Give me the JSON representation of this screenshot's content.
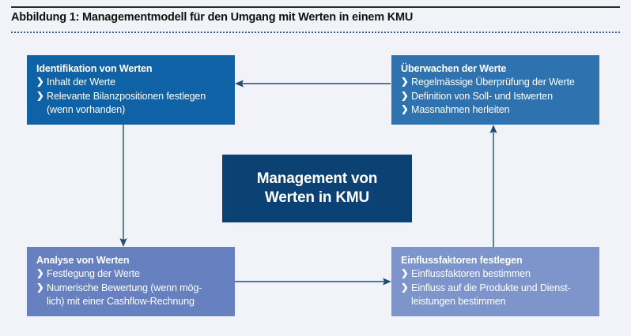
{
  "figure": {
    "title": "Abbildung 1: Managementmodell für den Umgang mit Werten in einem KMU"
  },
  "colors": {
    "page_background": "#f1f3f8",
    "box_identifikation": "#0f62a6",
    "box_ueberwachen": "#2f72b0",
    "box_analyse": "#6680c0",
    "box_einfluss": "#7d95cb",
    "box_center": "#0b4173",
    "connector": "#1f4e79",
    "title_text": "#111111"
  },
  "bullet_glyph": "❯",
  "boxes": {
    "identifikation": {
      "title": "Identifikation von Werten",
      "items": [
        {
          "line1": "Inhalt der Werte",
          "line2": ""
        },
        {
          "line1": "Relevante Bilanzpositionen festlegen",
          "line2": "(wenn vorhanden)"
        }
      ]
    },
    "ueberwachen": {
      "title": "Überwachen der Werte",
      "items": [
        {
          "line1": "Regelmässige Überprüfung der Werte",
          "line2": ""
        },
        {
          "line1": "Definition von Soll- und Istwerten",
          "line2": ""
        },
        {
          "line1": "Massnahmen herleiten",
          "line2": ""
        }
      ]
    },
    "analyse": {
      "title": "Analyse von Werten",
      "items": [
        {
          "line1": "Festlegung der Werte",
          "line2": ""
        },
        {
          "line1": "Numerische Bewertung (wenn mög-",
          "line2": "lich) mit einer Cashflow-Rechnung"
        }
      ]
    },
    "einfluss": {
      "title": "Einflussfaktoren festlegen",
      "items": [
        {
          "line1": "Einflussfaktoren bestimmen",
          "line2": ""
        },
        {
          "line1": "Einfluss auf die Produkte und Dienst-",
          "line2": "leistungen bestimmen"
        }
      ]
    },
    "center": {
      "line1": "Management von",
      "line2": "Werten in KMU"
    }
  },
  "connectors": [
    {
      "name": "ueberwachen-to-identifikation",
      "direction": "left"
    },
    {
      "name": "identifikation-to-analyse",
      "direction": "down"
    },
    {
      "name": "analyse-to-einfluss",
      "direction": "right"
    },
    {
      "name": "einfluss-to-ueberwachen",
      "direction": "up"
    }
  ]
}
